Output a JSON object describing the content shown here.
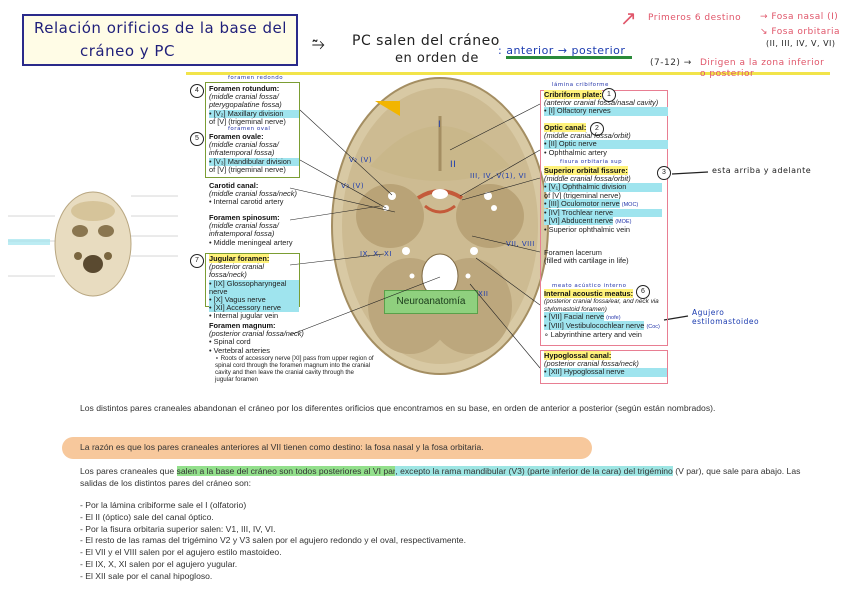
{
  "title": {
    "line1": "Relación orificios de la base del",
    "line2": "cráneo y PC"
  },
  "subtitle": {
    "prefix": "PC salen del cráneo",
    "suffix": "en orden de",
    "order": ": anterior → posterior"
  },
  "side_notes": {
    "n1": "Primeros 6 destino",
    "n2": "→ Fosa nasal (I)",
    "n3": "↘ Fosa orbitaria",
    "n4": "(II, III, IV, V, VI)",
    "n5": "(7-12) →",
    "n6": "Dirigen a la zona inferior",
    "n7": "o posterior",
    "n8": "esta arriba y adelante",
    "n9": "Agujero estilomastoideo",
    "n10": "foramen redondo",
    "n11": "foramen oval",
    "n12": "lámina cribiforme",
    "n13": "fisura orbitaria sup",
    "n14": "meato acústico interno"
  },
  "left_labels": {
    "rotundum": {
      "num": "4",
      "title": "Foramen rotundum:",
      "sub": "(middle cranial fossa/ pterygopalatine fossa)",
      "nerve": "• [V₂] Maxillary division",
      "nerve2": "of [V] (trigeminal nerve)"
    },
    "ovale": {
      "num": "5",
      "title": "Foramen ovale:",
      "sub": "(middle cranial fossa/ infratemporal fossa)",
      "nerve": "• [V₃] Mandibular division",
      "nerve2": "of [V] (trigeminal nerve)"
    },
    "carotid": {
      "title": "Carotid canal:",
      "sub": "(middle cranial fossa/neck)",
      "item": "• Internal carotid artery"
    },
    "spinosum": {
      "title": "Foramen spinosum:",
      "sub": "(middle cranial fossa/ infratemporal fossa)",
      "item": "• Middle meningeal artery"
    },
    "jugular": {
      "num": "7",
      "title": "Jugular foramen:",
      "sub": "(posterior cranial fossa/neck)",
      "n1": "• [IX] Glossopharyngeal nerve",
      "n2": "• [X] Vagus nerve",
      "n3": "• [XI] Accessory nerve",
      "n4": "• Internal jugular vein"
    },
    "magnum": {
      "title": "Foramen magnum:",
      "sub": "(posterior cranial fossa/neck)",
      "i1": "• Spinal cord",
      "i2": "• Vertebral arteries",
      "i3": "∘ Roots of accessory nerve [XI] pass from upper region of spinal cord through the foramen magnum into the cranial cavity and then leave the cranial cavity through the jugular foramen"
    }
  },
  "right_labels": {
    "cribriform": {
      "num": "1",
      "title": "Cribriform plate:",
      "sub": "(anterior cranial fossa/nasal cavity)",
      "nerve": "• [I] Olfactory nerves"
    },
    "optic": {
      "num": "2",
      "title": "Optic canal:",
      "sub": "(middle cranial fossa/orbit)",
      "n1": "• [II] Optic nerve",
      "n2": "• Ophthalmic artery"
    },
    "sof": {
      "num": "3",
      "title": "Superior orbital fissure:",
      "sub": "(middle cranial fossa/orbit)",
      "n1": "• [V₁] Ophthalmic division",
      "n1b": "of [V] (trigeminal nerve)",
      "n2": "• [III] Oculomotor nerve",
      "n3": "• [IV] Trochlear nerve",
      "n4": "• [VI] Abducent nerve",
      "n5": "• Superior ophthalmic vein",
      "tag1": "(MOC)",
      "tag2": "(MOE)"
    },
    "lacerum": {
      "title": "Foramen lacerum",
      "sub": "(filled with cartilage in life)"
    },
    "acoustic": {
      "num": "6",
      "title": "Internal acoustic meatus:",
      "sub": "(posterior cranial fossa/ear, and neck via stylomastoid foramen)",
      "n1": "• [VII] Facial nerve",
      "n2": "• [VIII] Vestibulocochlear nerve",
      "n3": "∘ Labyrinthine artery and vein",
      "tag1": "(nofe)",
      "tag2": "(Coc)"
    },
    "hypoglossal": {
      "title": "Hypoglossal canal:",
      "sub": "(posterior cranial fossa/neck)",
      "nerve": "• [XII] Hypoglossal nerve"
    }
  },
  "skull_marks": {
    "m1": "I",
    "m2": "II",
    "m3": "III, IV, V(1), VI",
    "m4": "V₂ (V)",
    "m5": "V₃ (V)",
    "m6": "IX, X, XI",
    "m7": "VII, VIII",
    "m8": "XII",
    "badge": "Neuroanatomía"
  },
  "body": {
    "p1": "Los distintos pares craneales abandonan el cráneo por los diferentes orificios que encontramos en su base, en orden de anterior a posterior (según están nombrados).",
    "p2": "La razón es que los pares craneales anteriores al VII tienen como destino: la fosa nasal y la fosa orbitaria.",
    "p3a": "Los pares craneales que ",
    "p3b": "salen a la base del cráneo son todos posteriores al VI par",
    "p3c": ", excepto la rama mandibular (V3) (parte inferior de la cara) del trigémino",
    "p3d": " (V par), que sale para abajo. Las salidas de los distintos pares del cráneo son:",
    "list": [
      "- Por la lámina cribiforme sale el I (olfatorio)",
      "- El II (óptico) sale del canal óptico.",
      "- Por la fisura orbitaria superior salen: V1, III, IV, VI.",
      "- El resto de las ramas del trigémino V2 y V3 salen por el agujero redondo y el oval, respectivamente.",
      "- El VII y el VIII salen por el agujero estilo mastoideo.",
      "- El IX, X, XI salen por el agujero yugular.",
      "- El XII sale por el canal hipogloso."
    ]
  },
  "colors": {
    "title_ink": "#1f1f7a",
    "pink": "#e0566a",
    "yellow": "#fff27a",
    "cyan": "#9fe4ee",
    "green": "#93e08c",
    "orange": "#f7c89c"
  }
}
